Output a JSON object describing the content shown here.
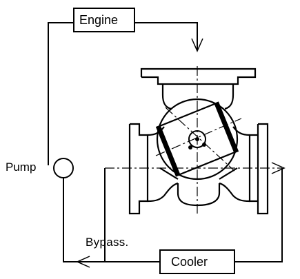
{
  "labels": {
    "engine": "Engine",
    "pump": "Pump",
    "bypass": "Bypass.",
    "cooler": "Cooler"
  },
  "colors": {
    "line": "#000000",
    "background": "#ffffff"
  }
}
